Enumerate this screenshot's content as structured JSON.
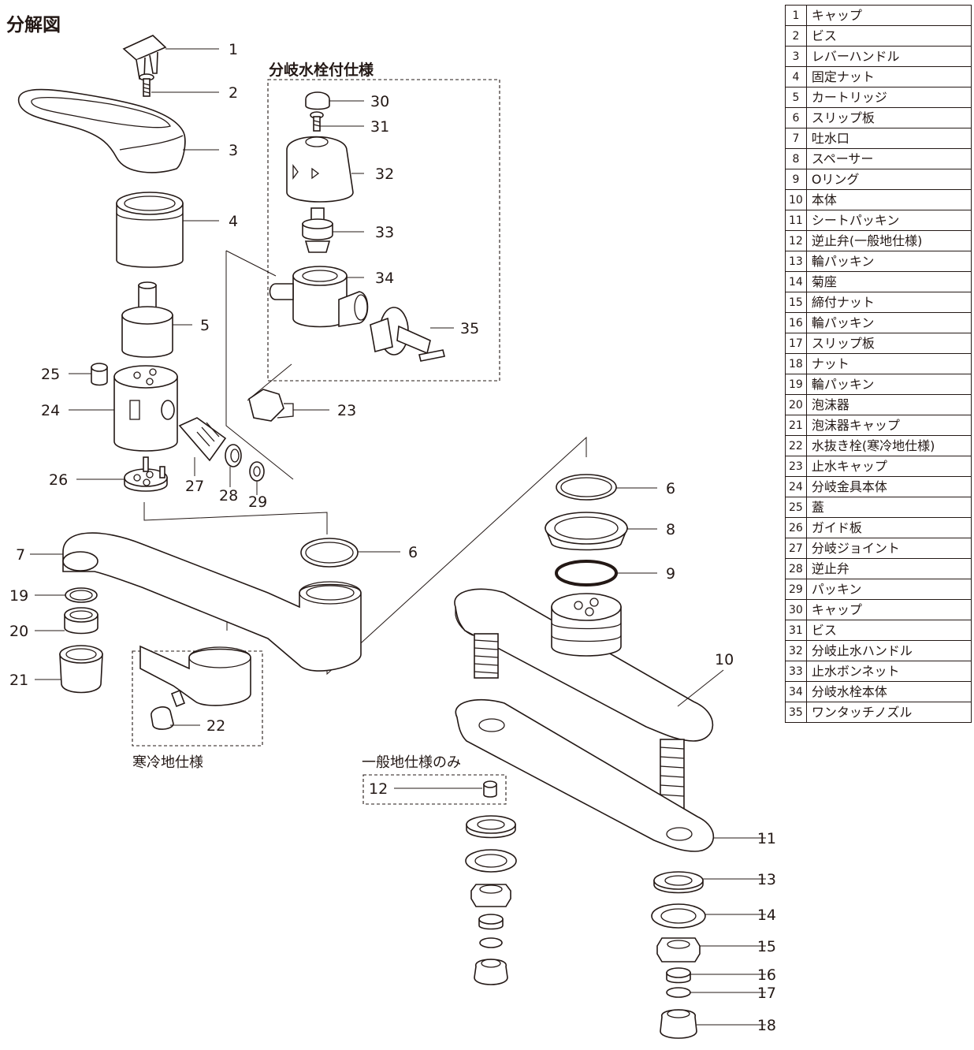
{
  "title": "分解図",
  "specs": {
    "branch": "分岐水栓付仕様",
    "cold": "寒冷地仕様",
    "general": "一般地仕様のみ"
  },
  "parts": [
    {
      "no": "1",
      "name": "キャップ"
    },
    {
      "no": "2",
      "name": "ビス"
    },
    {
      "no": "3",
      "name": "レバーハンドル"
    },
    {
      "no": "4",
      "name": "固定ナット"
    },
    {
      "no": "5",
      "name": "カートリッジ"
    },
    {
      "no": "6",
      "name": "スリップ板"
    },
    {
      "no": "7",
      "name": "吐水口"
    },
    {
      "no": "8",
      "name": "スペーサー"
    },
    {
      "no": "9",
      "name": "Oリング"
    },
    {
      "no": "10",
      "name": "本体"
    },
    {
      "no": "11",
      "name": "シートパッキン"
    },
    {
      "no": "12",
      "name": "逆止弁(一般地仕様)"
    },
    {
      "no": "13",
      "name": "輪パッキン"
    },
    {
      "no": "14",
      "name": "菊座"
    },
    {
      "no": "15",
      "name": "締付ナット"
    },
    {
      "no": "16",
      "name": "輪パッキン"
    },
    {
      "no": "17",
      "name": "スリップ板"
    },
    {
      "no": "18",
      "name": "ナット"
    },
    {
      "no": "19",
      "name": "輪パッキン"
    },
    {
      "no": "20",
      "name": "泡沫器"
    },
    {
      "no": "21",
      "name": "泡沫器キャップ"
    },
    {
      "no": "22",
      "name": "水抜き栓(寒冷地仕様)"
    },
    {
      "no": "23",
      "name": "止水キャップ"
    },
    {
      "no": "24",
      "name": "分岐金具本体"
    },
    {
      "no": "25",
      "name": "蓋"
    },
    {
      "no": "26",
      "name": "ガイド板"
    },
    {
      "no": "27",
      "name": "分岐ジョイント"
    },
    {
      "no": "28",
      "name": "逆止弁"
    },
    {
      "no": "29",
      "name": "パッキン"
    },
    {
      "no": "30",
      "name": "キャップ"
    },
    {
      "no": "31",
      "name": "ビス"
    },
    {
      "no": "32",
      "name": "分岐止水ハンドル"
    },
    {
      "no": "33",
      "name": "止水ボンネット"
    },
    {
      "no": "34",
      "name": "分岐水栓本体"
    },
    {
      "no": "35",
      "name": "ワンタッチノズル"
    }
  ],
  "callouts": {
    "c1": "1",
    "c2": "2",
    "c3": "3",
    "c4": "4",
    "c5": "5",
    "c6a": "6",
    "c6b": "6",
    "c7": "7",
    "c8": "8",
    "c9": "9",
    "c10": "10",
    "c11": "11",
    "c12": "12",
    "c13": "13",
    "c14": "14",
    "c15": "15",
    "c16": "16",
    "c17": "17",
    "c18": "18",
    "c19": "19",
    "c20": "20",
    "c21": "21",
    "c22": "22",
    "c23": "23",
    "c24": "24",
    "c25": "25",
    "c26": "26",
    "c27": "27",
    "c28": "28",
    "c29": "29",
    "c30": "30",
    "c31": "31",
    "c32": "32",
    "c33": "33",
    "c34": "34",
    "c35": "35"
  }
}
